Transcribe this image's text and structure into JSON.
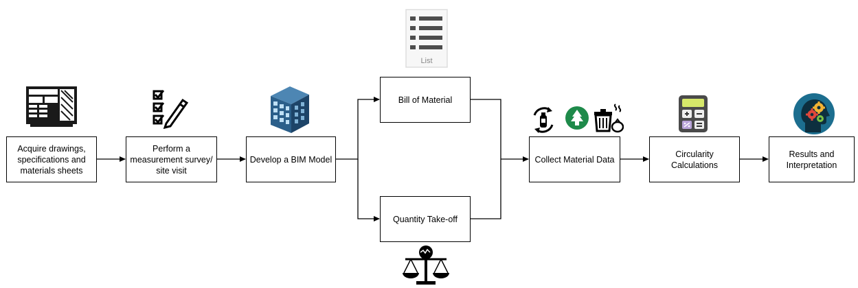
{
  "steps": {
    "acquire": "Acquire drawings,\nspecifications and\nmaterials sheets",
    "survey": "Perform a\nmeasurement survey/\nsite visit",
    "bim": "Develop a BIM Model",
    "bill": "Bill of Material",
    "qto": "Quantity Take-off",
    "collect": "Collect Material Data",
    "circularity": "Circularity\nCalculations",
    "results": "Results and\nInterpretation"
  },
  "icons": {
    "list_label": "List",
    "acquire_icon": "blueprint-drawing-icon",
    "survey_icon": "checklist-pencil-icon",
    "bim_icon": "building-3d-icon",
    "bill_icon": "list-document-icon",
    "qto_icon": "balance-scale-icon",
    "collect_icons": [
      "recycle-bottle-icon",
      "tree-icon",
      "waste-bin-icon"
    ],
    "circularity_icon": "calculator-icon",
    "results_icon": "head-gears-icon"
  },
  "colors": {
    "stroke": "#000000",
    "building": "#2b5f8a",
    "calculator": "#4a4a4a",
    "calc_screen": "#d6e86a",
    "tree": "#1e8a4a",
    "head": "#1c6e8f"
  }
}
